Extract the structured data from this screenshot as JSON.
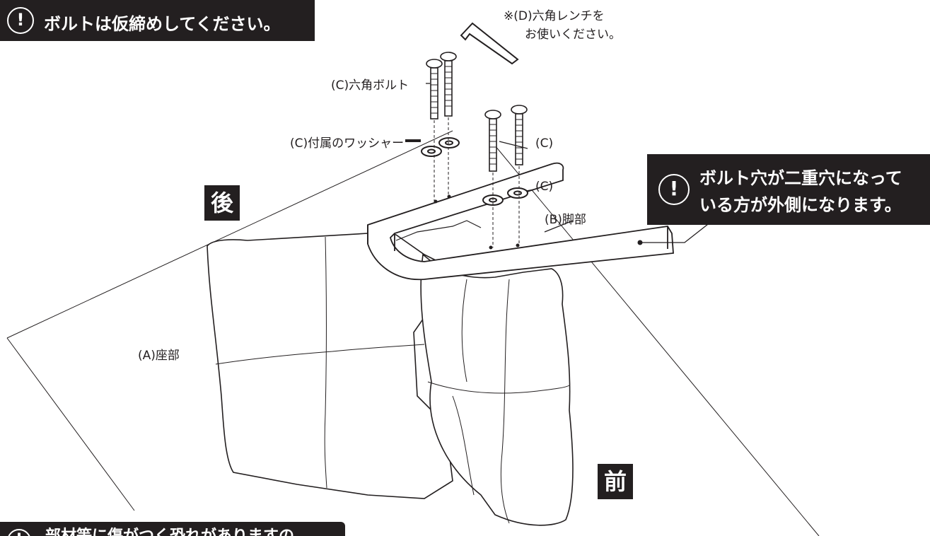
{
  "callouts": {
    "top_left": {
      "icon": "exclamation-icon",
      "text": "ボルトは仮締めしてください。"
    },
    "right": {
      "icon": "exclamation-icon",
      "line1": "ボルト穴が二重穴になって",
      "line2": "いる方が外側になります。"
    },
    "bottom_left": {
      "icon": "exclamation-icon",
      "text": "部材等に傷がつく恐れがありますの"
    }
  },
  "direction_tags": {
    "back": "後",
    "front": "前"
  },
  "labels": {
    "wrench_note_line1": "※(D)六角レンチを",
    "wrench_note_line2": "お使いください。",
    "hex_bolt": "(C)六角ボルト",
    "washer": "(C)付属のワッシャー",
    "c_upper": "(C)",
    "c_lower": "(C)",
    "leg": "(B)脚部",
    "seat": "(A)座部"
  },
  "colors": {
    "ink": "#231f20",
    "paper": "#ffffff"
  }
}
